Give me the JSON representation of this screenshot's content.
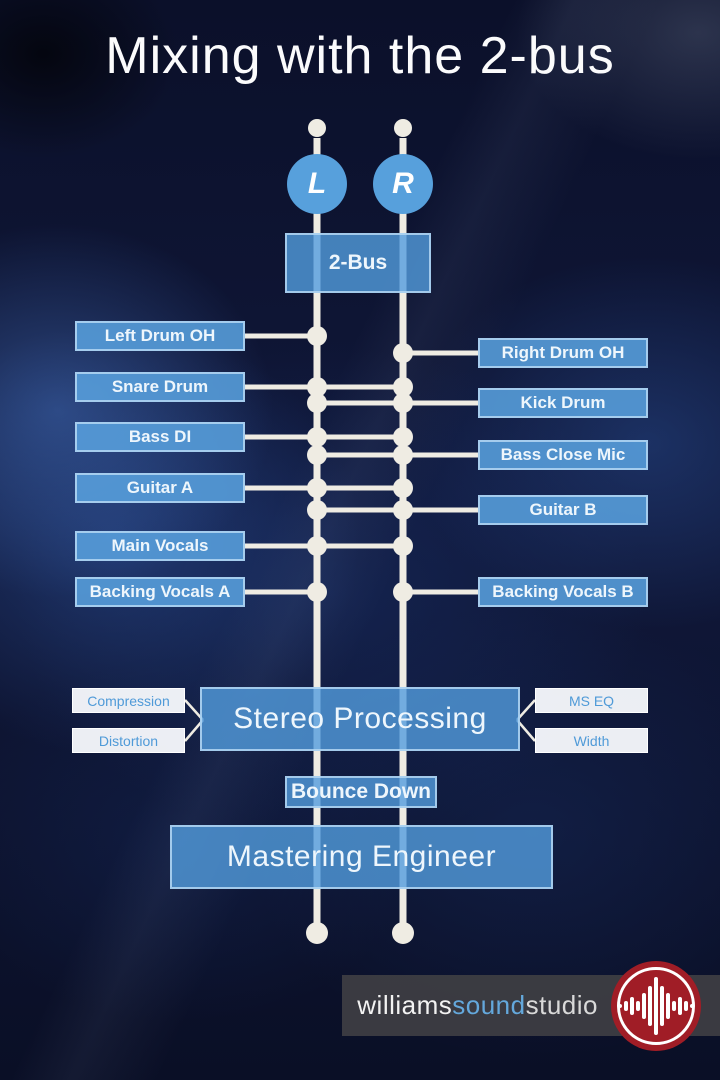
{
  "title": "Mixing with the 2-bus",
  "buses": {
    "left_label": "L",
    "right_label": "R",
    "sum_label": "2-Bus"
  },
  "channels": {
    "left": [
      {
        "label": "Left Drum OH",
        "routing": "L"
      },
      {
        "label": "Snare Drum",
        "routing": "L+R"
      },
      {
        "label": "Bass DI",
        "routing": "L+R"
      },
      {
        "label": "Guitar A",
        "routing": "L+R"
      },
      {
        "label": "Main Vocals",
        "routing": "L+R"
      },
      {
        "label": "Backing Vocals A",
        "routing": "L"
      }
    ],
    "right": [
      {
        "label": "Right Drum OH",
        "routing": "R"
      },
      {
        "label": "Kick Drum",
        "routing": "L+R"
      },
      {
        "label": "Bass Close Mic",
        "routing": "L+R"
      },
      {
        "label": "Guitar B",
        "routing": "L+R"
      },
      {
        "label": "Backing Vocals B",
        "routing": "R"
      }
    ]
  },
  "processing": {
    "stereo_label": "Stereo Processing",
    "left_inserts": [
      {
        "label": "Compression"
      },
      {
        "label": "Distortion"
      }
    ],
    "right_inserts": [
      {
        "label": "MS EQ"
      },
      {
        "label": "Width"
      }
    ],
    "bounce_label": "Bounce Down",
    "mastering_label": "Mastering Engineer"
  },
  "footer": {
    "brand": [
      {
        "text": "williams"
      },
      {
        "text": "sound"
      },
      {
        "text": "studio"
      }
    ]
  },
  "colors": {
    "accent_blue": "#57a0dc",
    "line_cream": "#efece3",
    "insert_text_blue": "#4f9ad8",
    "logo_red": "#a01d26",
    "footer_bar_gray": "#3d3d42",
    "background_navy": "#0b102a"
  }
}
